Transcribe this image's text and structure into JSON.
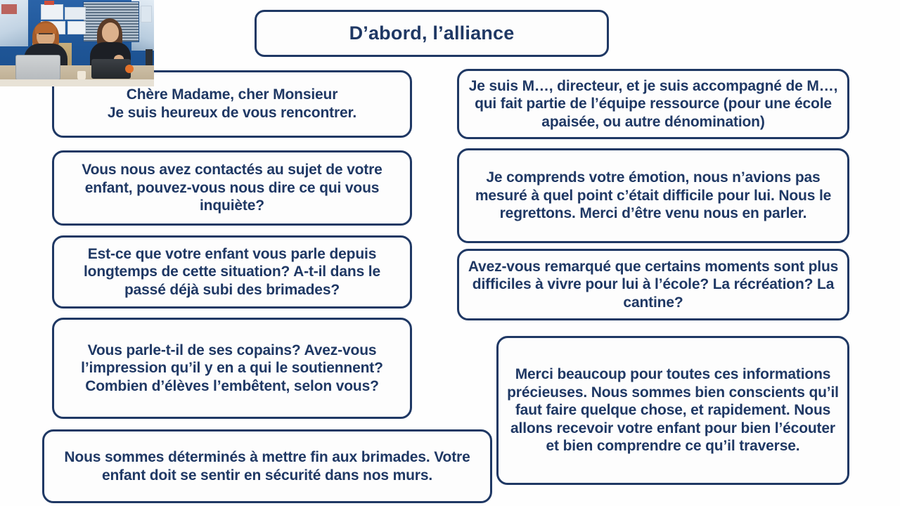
{
  "slide": {
    "title": "D’abord, l’alliance",
    "background_color": "#ffffff",
    "accent_color": "#1f3864"
  },
  "left_column": [
    {
      "id": "greeting",
      "text": "Chère Madame, cher Monsieur\nJe suis heureux de vous rencontrer."
    },
    {
      "id": "contact",
      "text": "Vous nous avez contactés au sujet de votre enfant, pouvez-vous nous dire ce qui vous inquiète?"
    },
    {
      "id": "duration",
      "text": "Est-ce que votre enfant vous parle depuis longtemps de cette situation? A-t-il dans le passé déjà subi des brimades?"
    },
    {
      "id": "friends",
      "text": "Vous parle-t-il de ses copains? Avez-vous l’impression qu’il y en a qui le soutiennent? Combien d’élèves l’embêtent, selon vous?"
    },
    {
      "id": "determined",
      "text": "Nous sommes déterminés à mettre fin aux brimades. Votre enfant doit se sentir en sécurité dans nos murs."
    }
  ],
  "right_column": [
    {
      "id": "intro",
      "text": "Je suis M…, directeur, et je suis accompagné de M…, qui fait partie de l’équipe ressource (pour une école apaisée, ou autre dénomination)"
    },
    {
      "id": "emotion",
      "text": "Je comprends votre émotion, nous n’avions pas mesuré à quel point c’était difficile pour lui. Nous le regrettons. Merci d’être venu nous en parler."
    },
    {
      "id": "moments",
      "text": "Avez-vous remarqué que certains moments sont plus difficiles à vivre pour lui à l’école? La récréation? La cantine?"
    },
    {
      "id": "thanks",
      "text": "Merci beaucoup pour toutes ces informations précieuses. Nous sommes bien conscients qu’il faut faire quelque chose, et rapidement. Nous allons recevoir votre enfant pour bien l’écouter et bien comprendre ce qu’il traverse."
    }
  ],
  "video_overlay": {
    "label": "webcam-presenters"
  }
}
